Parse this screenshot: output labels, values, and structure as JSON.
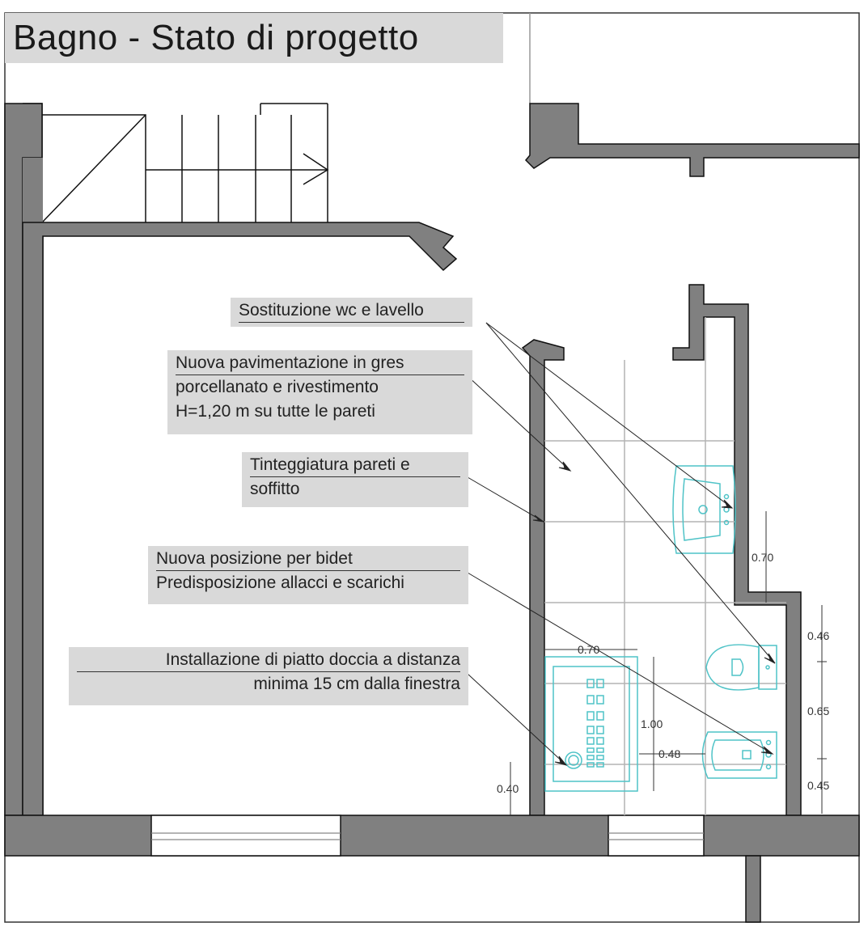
{
  "title": "Bagno - Stato di progetto",
  "notes": {
    "n1": {
      "line1": "Sostituzione wc e lavello"
    },
    "n2": {
      "line1": "Nuova pavimentazione in gres",
      "line2": "porcellanato e rivestimento",
      "line3": "H=1,20 m su tutte le pareti"
    },
    "n3": {
      "line1": "Tinteggiatura pareti e",
      "line2": "soffitto"
    },
    "n4": {
      "line1": "Nuova posizione per bidet",
      "line2": "Predisposizione allacci e scarichi"
    },
    "n5": {
      "line1": "Installazione di piatto doccia a distanza",
      "line2": "minima 15 cm dalla finestra"
    }
  },
  "dimensions": {
    "d070_sink": "0.70",
    "d046": "0.46",
    "d065": "0.65",
    "d045": "0.45",
    "d070_shower": "0.70",
    "d100": "1.00",
    "d048": "0.48",
    "d040": "0.40"
  },
  "colors": {
    "wall": "#808080",
    "fixture": "#4fc3c7",
    "label_bg": "#d9d9d9",
    "tile": "#b3b3b3"
  }
}
